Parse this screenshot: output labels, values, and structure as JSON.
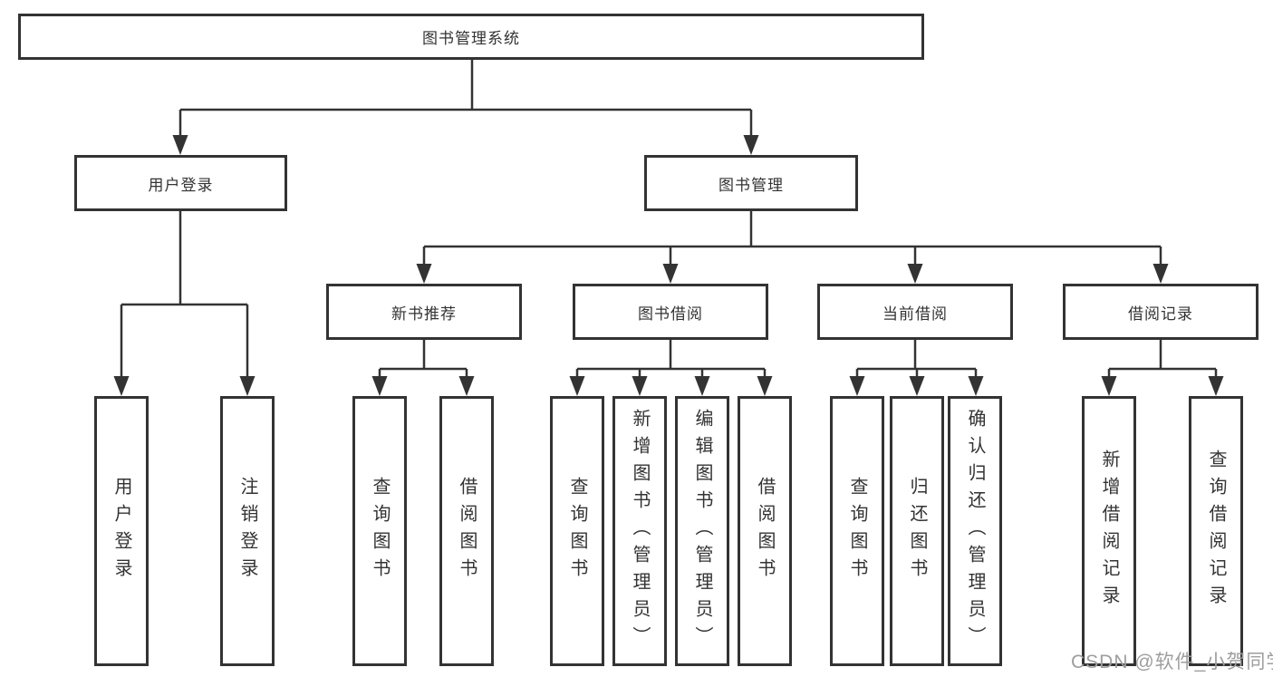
{
  "colors": {
    "line": "#333333",
    "box_border": "#333333",
    "text": "#333333",
    "background": "#ffffff",
    "watermark": "#9e9e9e"
  },
  "watermark": {
    "text": "CSDN @软件_小贺同学"
  },
  "tree": {
    "root": {
      "label": "图书管理系统"
    },
    "user_login": {
      "label": "用户登录",
      "children": [
        {
          "label": "用户登录"
        },
        {
          "label": "注销登录"
        }
      ]
    },
    "book_mgmt": {
      "label": "图书管理",
      "children": [
        {
          "label": "新书推荐",
          "children": [
            {
              "label": "查询图书"
            },
            {
              "label": "借阅图书"
            }
          ]
        },
        {
          "label": "图书借阅",
          "children": [
            {
              "label": "查询图书"
            },
            {
              "label": "新增图书（管理员）"
            },
            {
              "label": "编辑图书（管理员）"
            },
            {
              "label": "借阅图书"
            }
          ]
        },
        {
          "label": "当前借阅",
          "children": [
            {
              "label": "查询图书"
            },
            {
              "label": "归还图书"
            },
            {
              "label": "确认归还（管理员）"
            }
          ]
        },
        {
          "label": "借阅记录",
          "children": [
            {
              "label": "新增借阅记录"
            },
            {
              "label": "查询借阅记录"
            }
          ]
        }
      ]
    }
  }
}
